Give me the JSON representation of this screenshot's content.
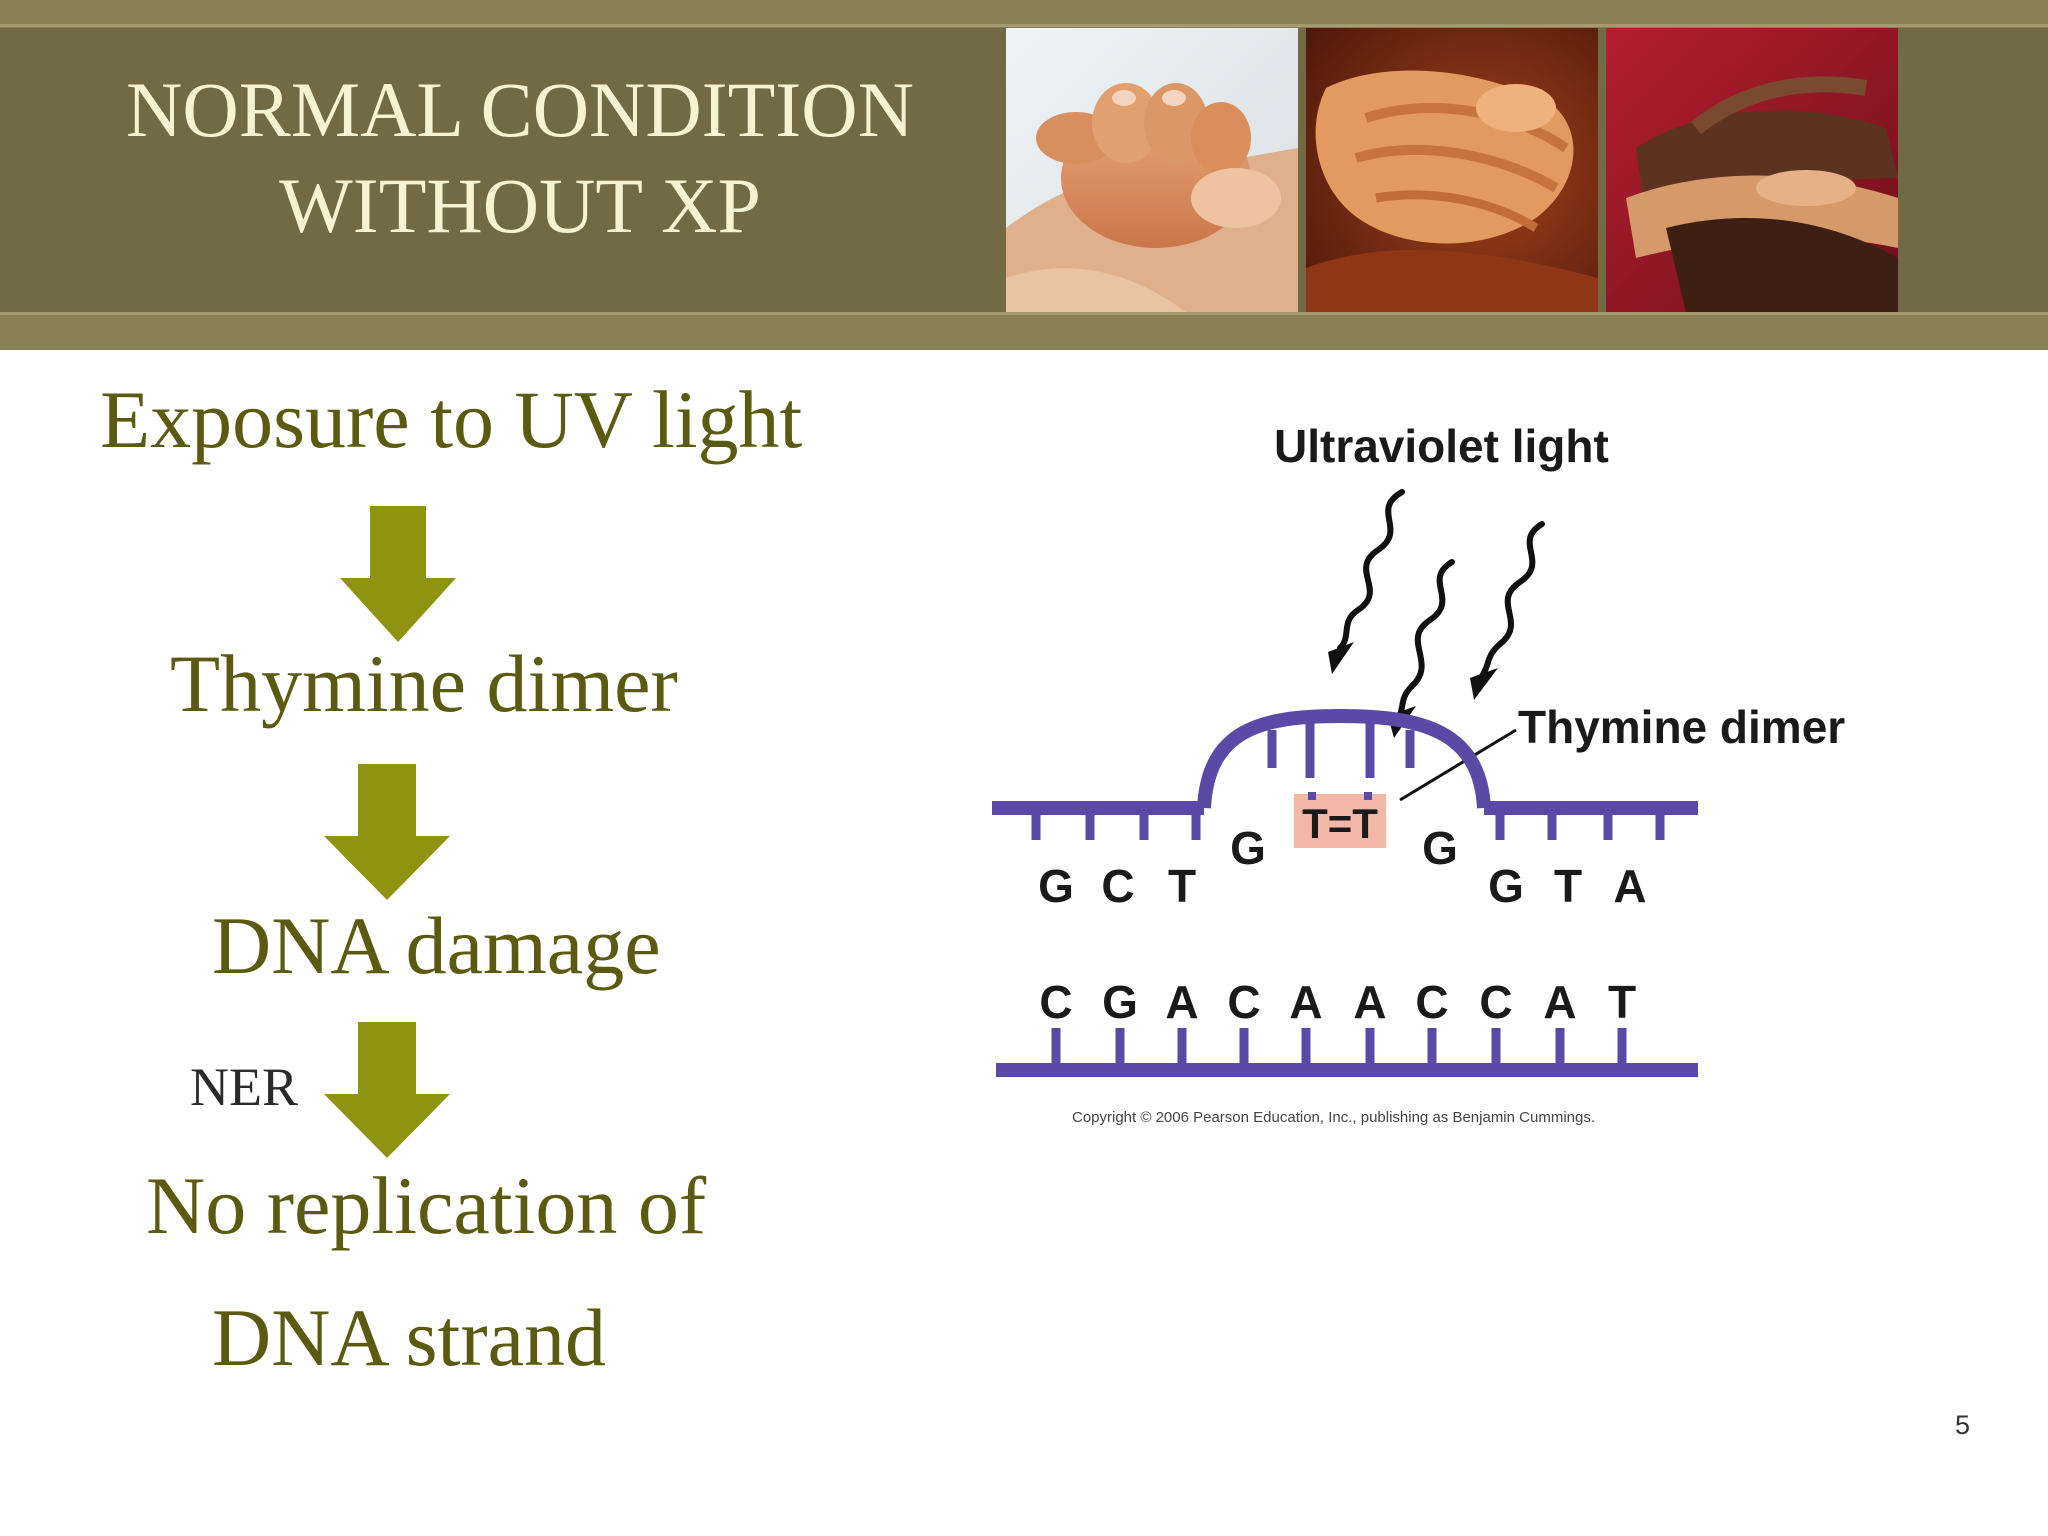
{
  "slide": {
    "title_line1": "NORMAL CONDITION",
    "title_line2": "WITHOUT XP",
    "page_number": "5"
  },
  "photos": [
    {
      "name": "child-grasping-adult-finger",
      "description_colors": [
        "#f2e9dc",
        "#d98a55"
      ]
    },
    {
      "name": "elderly-hands-clasped",
      "description_colors": [
        "#7a2a12",
        "#e0955a"
      ]
    },
    {
      "name": "diverse-hands-stacked",
      "description_colors": [
        "#a21d2a",
        "#6b3a22"
      ]
    }
  ],
  "flow": {
    "steps": [
      "Exposure to UV light",
      "Thymine dimer",
      "DNA damage",
      "No replication of",
      "DNA strand"
    ],
    "ner_label": "NER",
    "text_color": "#5a5a10",
    "arrow_color": "#8f9410"
  },
  "diagram": {
    "uv_label": "Ultraviolet light",
    "dimer_label": "Thymine dimer",
    "dimer_text": "T=T",
    "top_left_bases": [
      "G",
      "C",
      "T"
    ],
    "top_g_left": "G",
    "top_g_right": "G",
    "top_right_bases": [
      "G",
      "T",
      "A"
    ],
    "bottom_bases": [
      "C",
      "G",
      "A",
      "C",
      "A",
      "A",
      "C",
      "C",
      "A",
      "T"
    ],
    "copyright": "Copyright © 2006 Pearson Education, Inc., publishing as Benjamin Cummings.",
    "backbone_color": "#5a4aa6",
    "dimer_highlight": "#f2b7a6"
  }
}
